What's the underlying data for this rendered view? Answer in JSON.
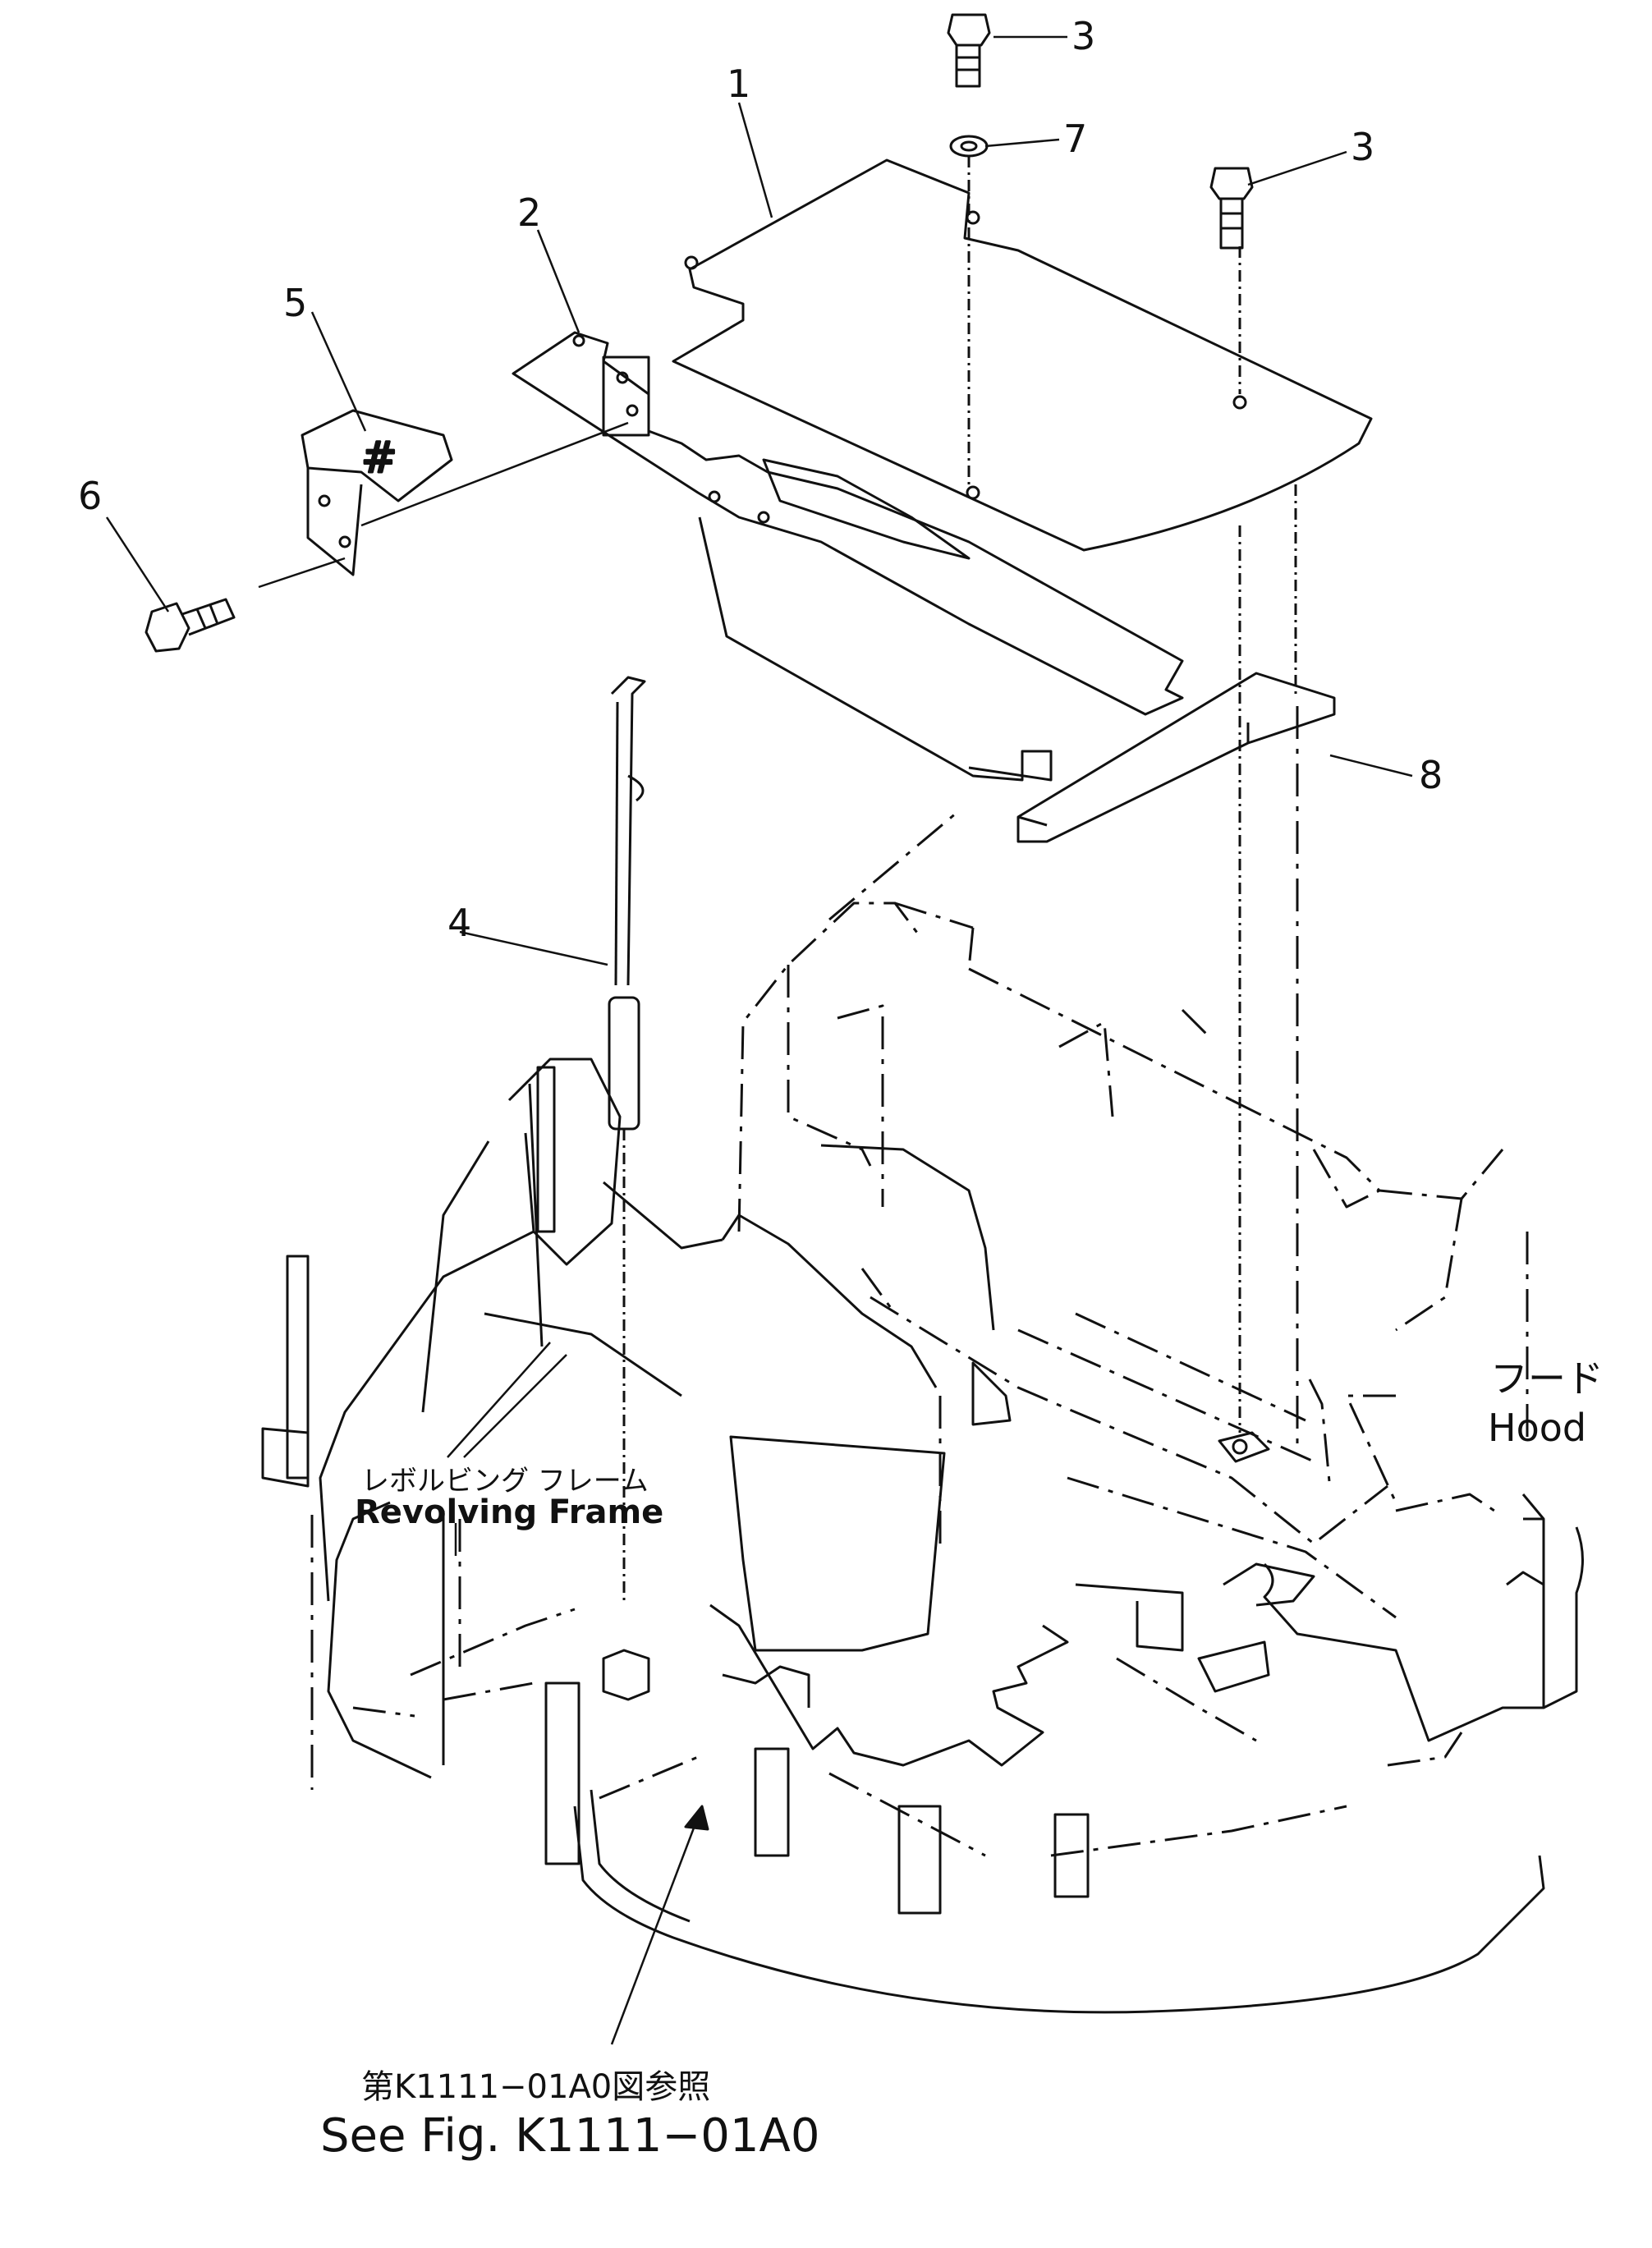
{
  "callouts": [
    "1",
    "2",
    "3",
    "3",
    "4",
    "5",
    "6",
    "7",
    "8"
  ],
  "labels": {
    "revolving_frame_jp": "レボルビング フレーム",
    "revolving_frame_en": "Revolving Frame",
    "hood_jp": "フード",
    "hood_en": "Hood",
    "see_fig_jp": "第K1111−01A0図参照",
    "see_fig_en": "See Fig. K1111−01A0"
  },
  "colors": {
    "ink": "#111111",
    "paper": "#ffffff"
  }
}
